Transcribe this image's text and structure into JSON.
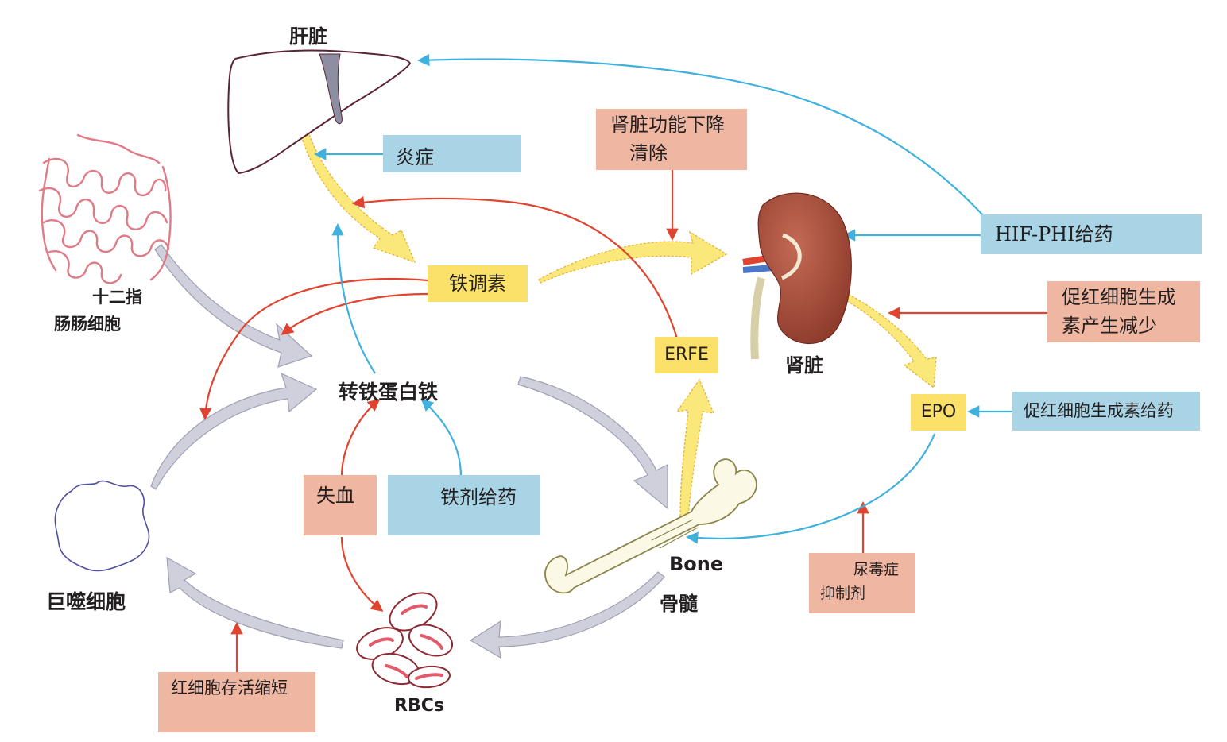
{
  "colors": {
    "red_arrow": "#e0432f",
    "blue_arrow": "#3fb1de",
    "gray_arrow": "#cfd0dc",
    "yellow_arrow": "#fbe87a",
    "pink_box": "#efb7a2",
    "blue_box": "#a8d4e6",
    "yellow_box": "#fbe06a"
  },
  "organs": {
    "liver": "肝脏",
    "duodenum_l1": "十二指",
    "duodenum_l2": "肠肠细胞",
    "transferrin": "转铁蛋白铁",
    "macrophage": "巨噬细胞",
    "rbcs": "RBCs",
    "bone_en": "Bone",
    "bone_zh": "骨髓",
    "kidney": "肾脏"
  },
  "boxes": {
    "inflammation": "炎症",
    "renal_decline_l1": "肾脏功能下降",
    "renal_decline_l2": "清除",
    "hepcidin": "铁调素",
    "erfe": "ERFE",
    "hif_phi": "HIF-PHI给药",
    "epo_decrease_l1": "促红细胞生成",
    "epo_decrease_l2": "素产生减少",
    "epo": "EPO",
    "esa_admin": "促红细胞生成素给药",
    "blood_loss": "失血",
    "iron_admin": "铁剂给药",
    "uremic_l1": "尿毒症",
    "uremic_l2": "抑制剂",
    "rbc_survival": "红细胞存活缩短"
  },
  "icons": [
    "liver-icon",
    "intestine-icon",
    "kidney-icon",
    "bone-icon",
    "macrophage-icon",
    "rbc-icon"
  ]
}
